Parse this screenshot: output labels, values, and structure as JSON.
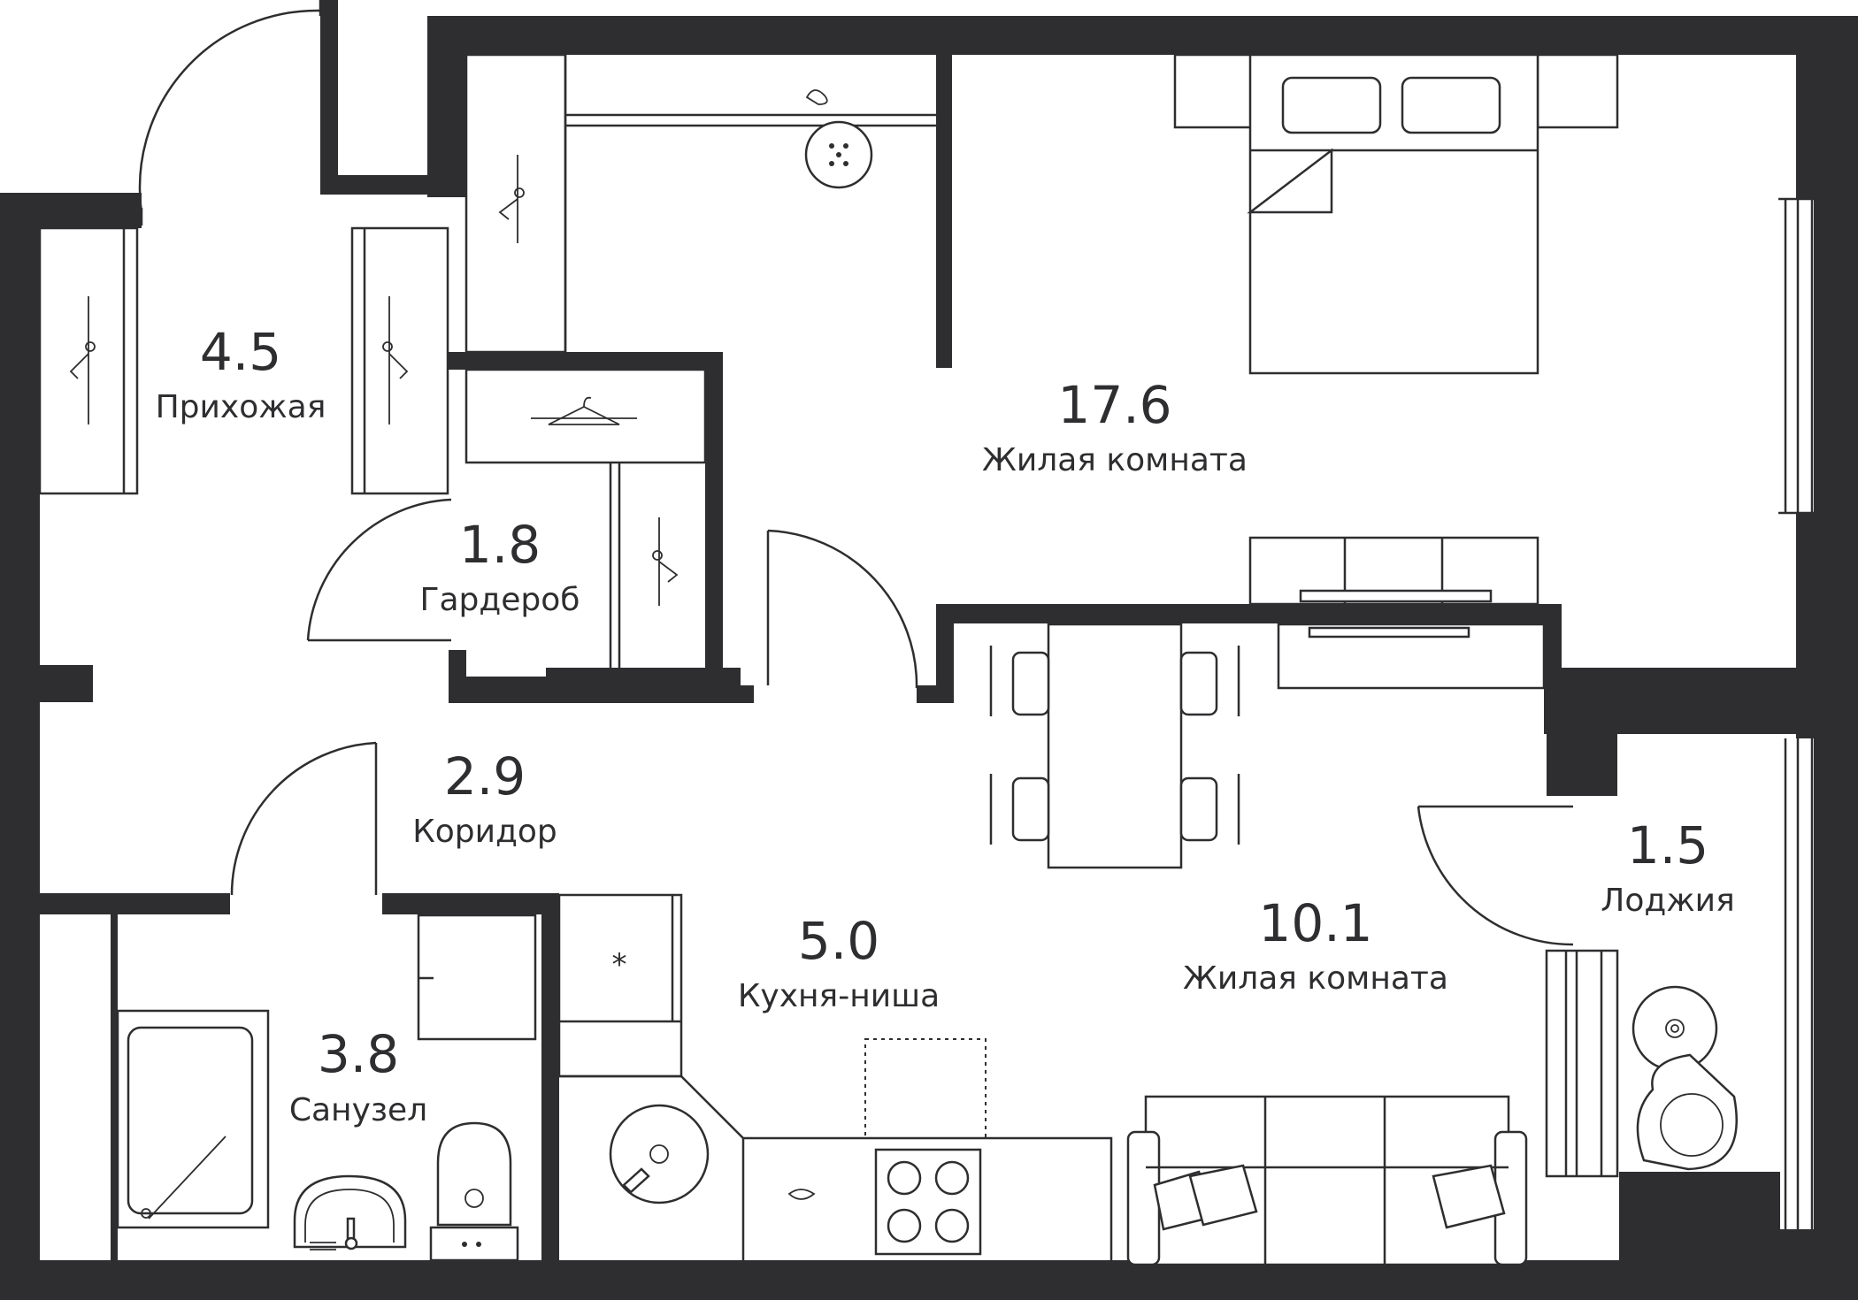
{
  "colors": {
    "wall": "#2e2e30",
    "background": "#ffffff"
  },
  "rooms": {
    "hallway": {
      "area": "4.5",
      "name": "Прихожая"
    },
    "wardrobe": {
      "area": "1.8",
      "name": "Гардероб"
    },
    "bedroom": {
      "area": "17.6",
      "name": "Жилая комната"
    },
    "corridor": {
      "area": "2.9",
      "name": "Коридор"
    },
    "kitchen": {
      "area": "5.0",
      "name": "Кухня-ниша"
    },
    "living": {
      "area": "10.1",
      "name": "Жилая комната"
    },
    "loggia": {
      "area": "1.5",
      "name": "Лоджия"
    },
    "bathroom": {
      "area": "3.8",
      "name": "Санузел"
    }
  }
}
